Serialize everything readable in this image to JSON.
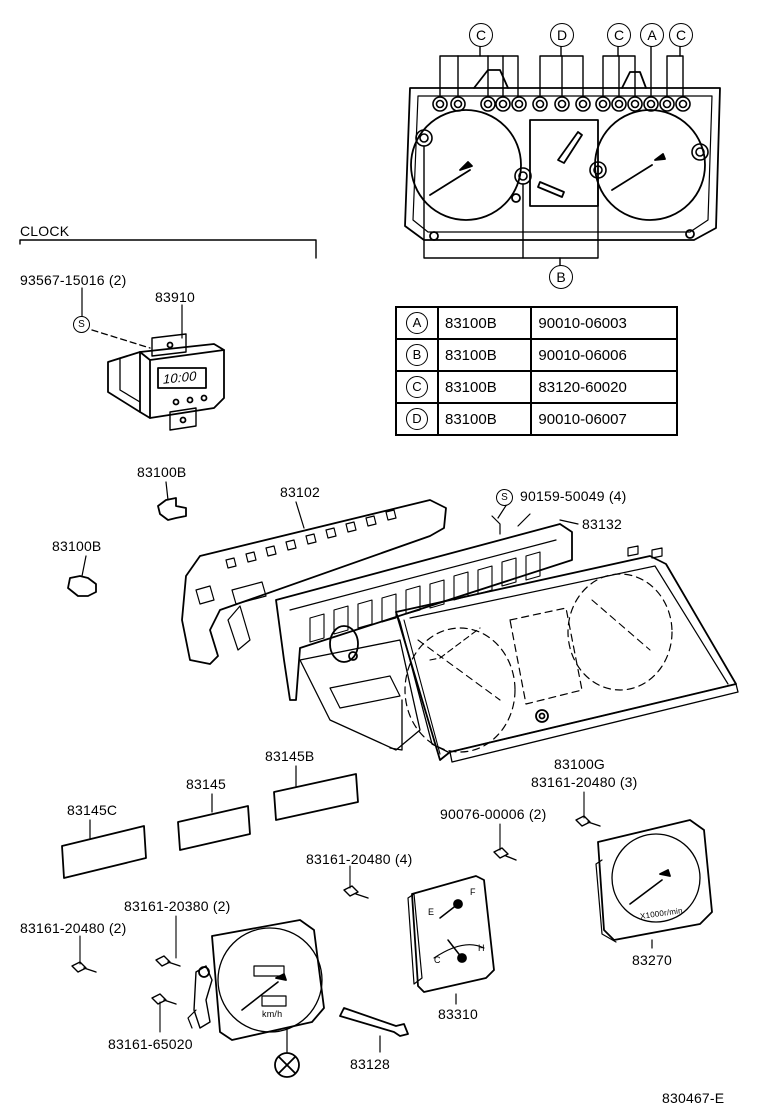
{
  "clock_section": {
    "title": "CLOCK",
    "screw": "93567-15016 (2)",
    "clock_part": "83910",
    "clock_display": "10:00"
  },
  "callouts": {
    "top": [
      "C",
      "D",
      "C",
      "A",
      "C"
    ],
    "bottom": "B",
    "screw_mark": "S"
  },
  "reference_table": [
    {
      "key": "A",
      "part": "83100B",
      "number": "90010-06003"
    },
    {
      "key": "B",
      "part": "83100B",
      "number": "90010-06006"
    },
    {
      "key": "C",
      "part": "83100B",
      "number": "83120-60020"
    },
    {
      "key": "D",
      "part": "83100B",
      "number": "90010-06007"
    }
  ],
  "part_labels": {
    "bulb_a": "83100B",
    "bulb_b": "83100B",
    "housing": "83102",
    "screw_top": "90159-50049 (4)",
    "circuit": "83132",
    "glass": "83100G",
    "screw_c": "83161-20480 (3)",
    "plate_b": "83145B",
    "plate": "83145",
    "plate_c": "83145C",
    "screw_d": "90076-00006 (2)",
    "screw_e": "83161-20480 (4)",
    "screw_f": "83161-20380 (2)",
    "screw_g": "83161-20480 (2)",
    "screw_h": "83161-65020",
    "tacho": "83270",
    "gauge": "83310",
    "cable": "83128"
  },
  "gauge_marks": {
    "speedo_unit": "km/h",
    "tacho_unit": "X1000r/min",
    "fuel_e": "E",
    "fuel_f": "F",
    "temp_c": "C",
    "temp_h": "H"
  },
  "diagram_code": "830467-E"
}
